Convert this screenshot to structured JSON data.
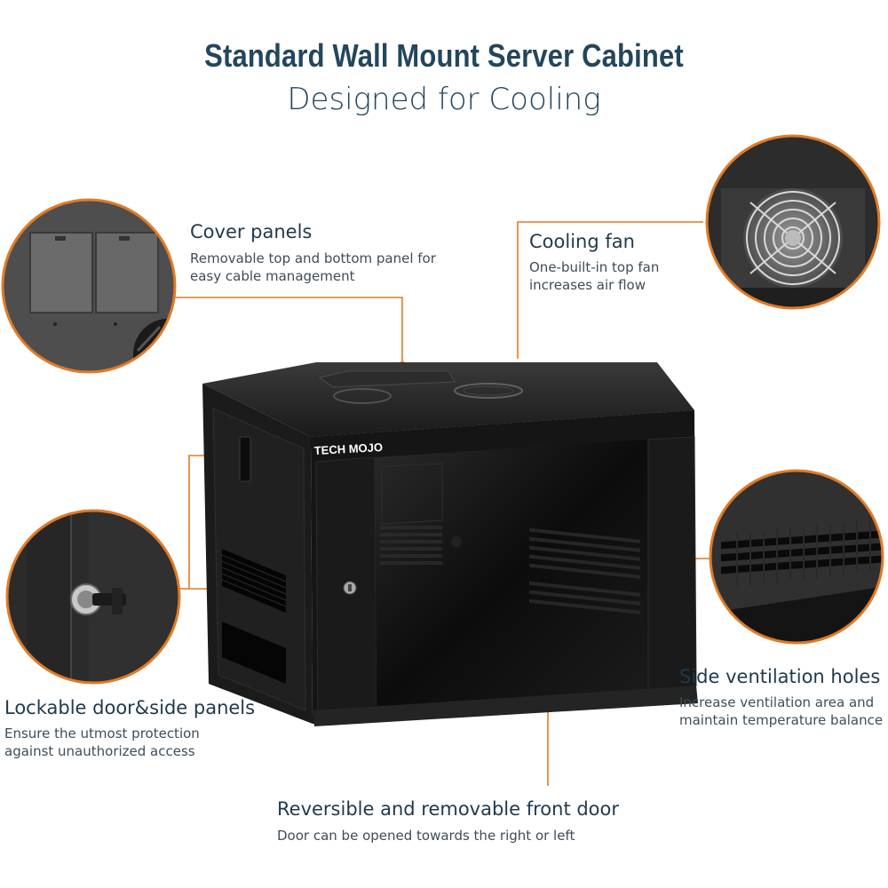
{
  "heading": {
    "title": "Standard Wall Mount Server Cabinet",
    "subtitle": "Designed for Cooling"
  },
  "product": {
    "brand_logo": "TECH MOJO",
    "color": "#151515"
  },
  "colors": {
    "accent": "#e07b27",
    "heading": "#23465c",
    "body_text": "#3d4d59"
  },
  "features": {
    "cover_panels": {
      "title": "Cover panels",
      "desc_line1": "Removable top and bottom panel for",
      "desc_line2": "easy cable management"
    },
    "cooling_fan": {
      "title": "Cooling fan",
      "desc_line1": "One-built-in top fan",
      "desc_line2": "increases air flow"
    },
    "lockable": {
      "title": "Lockable door&side panels",
      "desc_line1": "Ensure the utmost protection",
      "desc_line2": "against unauthorized access"
    },
    "side_vent": {
      "title": "Side ventilation holes",
      "desc_line1": "Increase ventilation area and",
      "desc_line2": "maintain temperature balance"
    },
    "front_door": {
      "title": "Reversible and removable front door",
      "desc_line1": "Door can be opened towards the right or left"
    }
  }
}
